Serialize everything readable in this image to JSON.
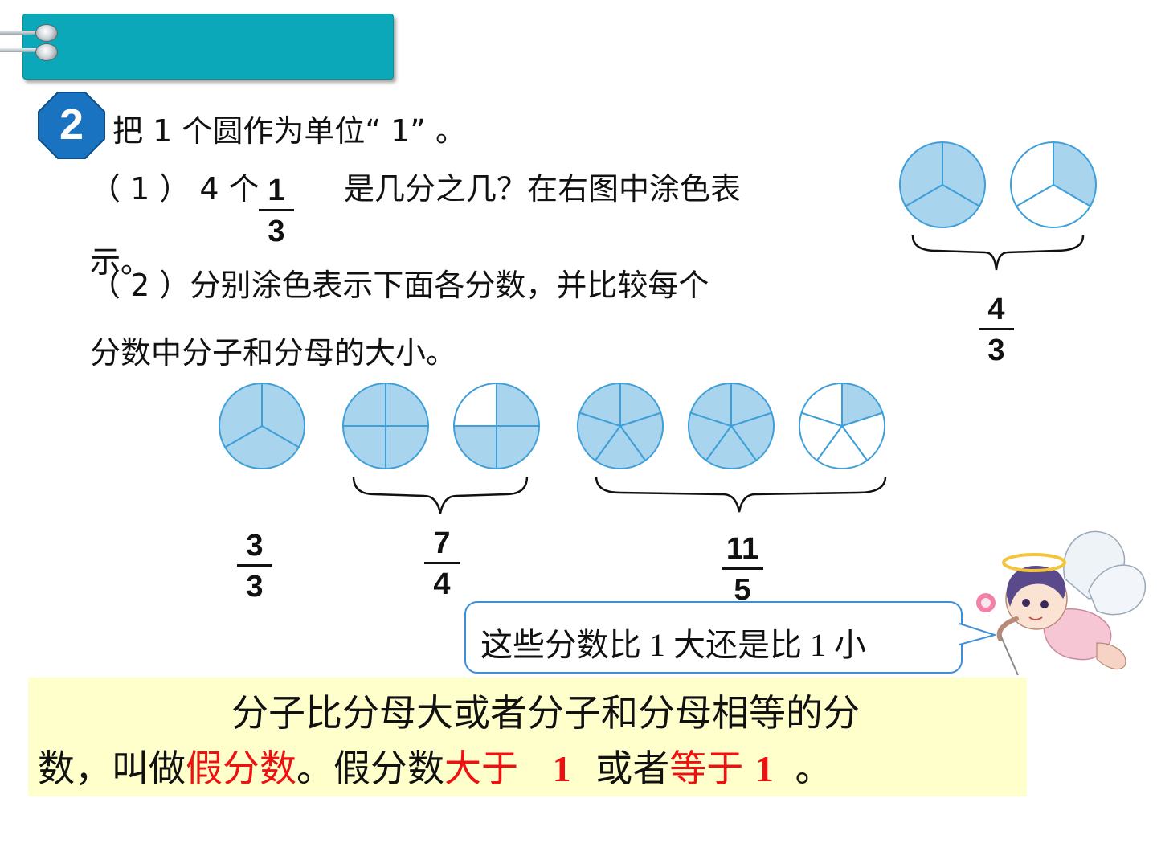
{
  "colors": {
    "header": "#0aa8b8",
    "badge": "#1a73c0",
    "fill": "#a8d4ee",
    "stroke": "#3f9fd8",
    "highlight": "#ee1111",
    "box": "#ffffcc"
  },
  "badge": {
    "number": "2"
  },
  "intro": {
    "text": "把 1 个圆作为单位“ 1”  。"
  },
  "q1": {
    "prefix": "（ 1 ） 4 个",
    "frac_num": "1",
    "frac_den": "3",
    "suffix": "是几分之几？在右图中涂色表",
    "wrap": "示。"
  },
  "q2": {
    "line1": "（ 2 ）分别涂色表示下面各分数，并比较每个",
    "line2": "分数中分子和分母的大小。"
  },
  "right_fraction": {
    "num": "4",
    "den": "3"
  },
  "fractions": [
    {
      "num": "3",
      "den": "3"
    },
    {
      "num": "7",
      "den": "4"
    },
    {
      "num": "11",
      "den": "5"
    }
  ],
  "circles": {
    "right": [
      {
        "parts": 3,
        "shaded": 3
      },
      {
        "parts": 3,
        "shaded": 1
      }
    ],
    "bottom": [
      {
        "parts": 3,
        "shaded": 3
      },
      {
        "parts": 4,
        "shaded": 4
      },
      {
        "parts": 4,
        "shaded": 3
      },
      {
        "parts": 5,
        "shaded": 5
      },
      {
        "parts": 5,
        "shaded": 5
      },
      {
        "parts": 5,
        "shaded": 1
      }
    ]
  },
  "bubble": {
    "text": "这些分数比 1 大还是比 1 小"
  },
  "concept": {
    "line1": "分子比分母大或者分子和分母相等的分",
    "line2_a": "数，叫做",
    "term": "假分数",
    "line2_b": "。假分数",
    "greater": "大于 ",
    "one_a": "1",
    "or_text": " 或者",
    "equal": "等于 ",
    "one_b": "1",
    "end": " 。"
  }
}
